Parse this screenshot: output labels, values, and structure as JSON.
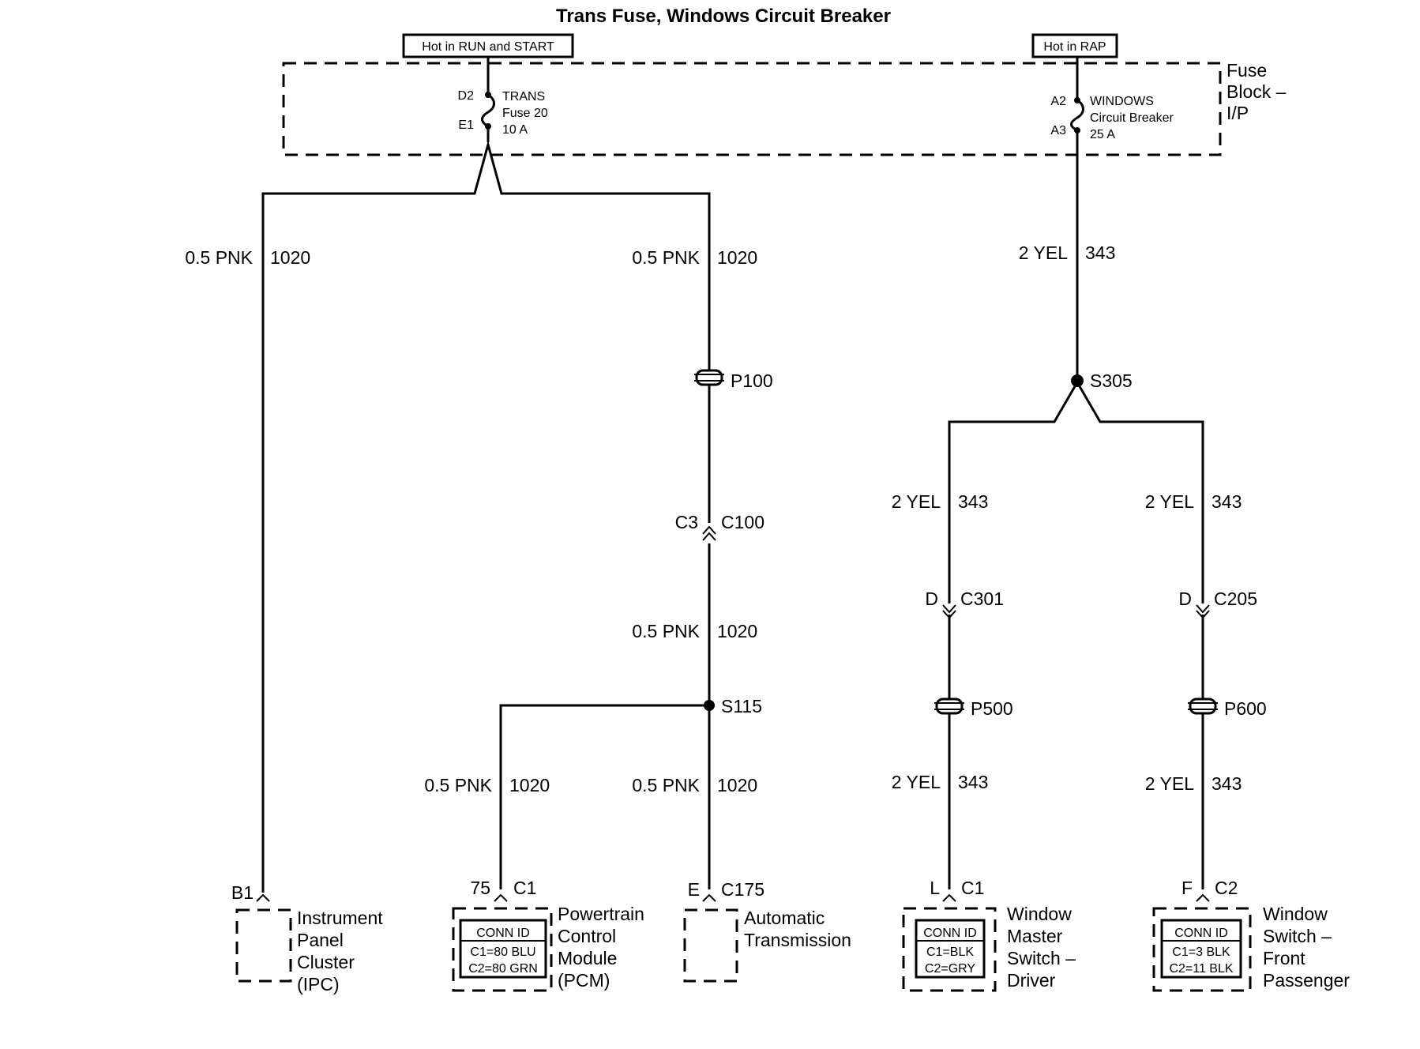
{
  "title": "Trans Fuse, Windows Circuit Breaker",
  "hot_labels": {
    "run_start": "Hot in RUN and START",
    "rap": "Hot in RAP"
  },
  "fuse_block": {
    "line1": "Fuse",
    "line2": "Block –",
    "line3": "I/P"
  },
  "trans_fuse": {
    "pin_top": "D2",
    "pin_bottom": "E1",
    "line1": "TRANS",
    "line2": "Fuse 20",
    "line3": "10 A"
  },
  "windows_breaker": {
    "pin_top": "A2",
    "pin_bottom": "A3",
    "line1": "WINDOWS",
    "line2": "Circuit Breaker",
    "line3": "25 A"
  },
  "wire_labels": {
    "ipc_size": "0.5 PNK",
    "ipc_circuit": "1020",
    "trunk_upper_size": "0.5 PNK",
    "trunk_upper_circuit": "1020",
    "trunk_mid_size": "0.5 PNK",
    "trunk_mid_circuit": "1020",
    "pcm_size": "0.5 PNK",
    "pcm_circuit": "1020",
    "trans_size": "0.5 PNK",
    "trans_circuit": "1020",
    "yel_main_size": "2 YEL",
    "yel_main_circuit": "343",
    "drv_upper_size": "2 YEL",
    "drv_upper_circuit": "343",
    "drv_lower_size": "2 YEL",
    "drv_lower_circuit": "343",
    "pas_upper_size": "2 YEL",
    "pas_upper_circuit": "343",
    "pas_lower_size": "2 YEL",
    "pas_lower_circuit": "343"
  },
  "pass_throughs": {
    "p100": "P100",
    "p500": "P500",
    "p600": "P600"
  },
  "splices": {
    "s115": "S115",
    "s305": "S305"
  },
  "connectors": {
    "c100_pin": "C3",
    "c100": "C100",
    "c301_pin": "D",
    "c301": "C301",
    "c205_pin": "D",
    "c205": "C205"
  },
  "components": {
    "ipc": {
      "pin": "B1",
      "lines": [
        "Instrument",
        "Panel",
        "Cluster",
        "(IPC)"
      ]
    },
    "pcm": {
      "pin": "75",
      "conn": "C1",
      "lines": [
        "Powertrain",
        "Control",
        "Module",
        "(PCM)"
      ],
      "conn_id": {
        "header": "CONN ID",
        "rows": [
          "C1=80 BLU",
          "C2=80 GRN"
        ]
      }
    },
    "trans": {
      "pin": "E",
      "conn": "C175",
      "lines": [
        "Automatic",
        "Transmission"
      ]
    },
    "driver_switch": {
      "pin": "L",
      "conn": "C1",
      "lines": [
        "Window",
        "Master",
        "Switch –",
        "Driver"
      ],
      "conn_id": {
        "header": "CONN ID",
        "rows": [
          "C1=BLK",
          "C2=GRY"
        ]
      }
    },
    "passenger_switch": {
      "pin": "F",
      "conn": "C2",
      "lines": [
        "Window",
        "Switch –",
        "Front",
        "Passenger"
      ],
      "conn_id": {
        "header": "CONN ID",
        "rows": [
          "C1=3 BLK",
          "C2=11 BLK"
        ]
      }
    }
  }
}
